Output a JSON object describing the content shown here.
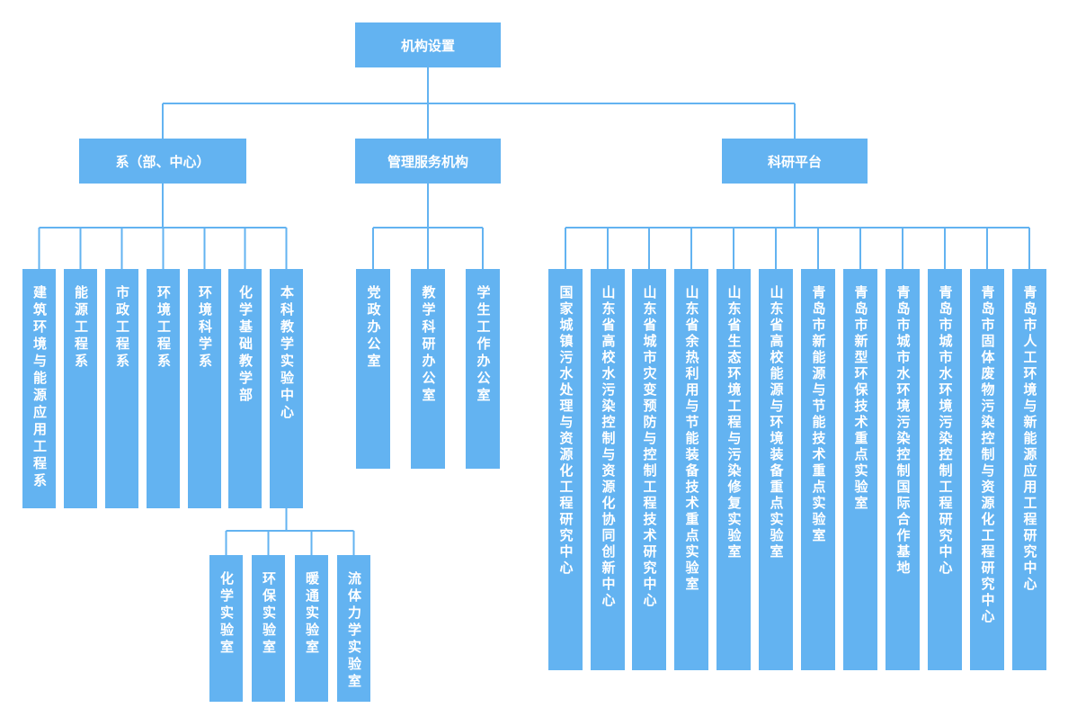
{
  "root": "机构设置",
  "branches": [
    {
      "label": "系（部、中心）",
      "children": [
        "建筑环境与能源应用工程系",
        "能源工程系",
        "市政工程系",
        "环境工程系",
        "环境科学系",
        "化学基础教学部",
        "本科教学实验中心"
      ],
      "sub_children": [
        "化学实验室",
        "环保实验室",
        "暖通实验室",
        "流体力学实验室"
      ]
    },
    {
      "label": "管理服务机构",
      "children": [
        "党政办公室",
        "教学科研办公室",
        "学生工作办公室"
      ]
    },
    {
      "label": "科研平台",
      "children": [
        "国家城镇污水处理与资源化工程研究中心",
        "山东省高校水污染控制与资源化协同创新中心",
        "山东省城市灾变预防与控制工程技术研究中心",
        "山东省余热利用与节能装备技术重点实验室",
        "山东省生态环境工程与污染修复实验室",
        "山东省高校能源与环境装备重点实验室",
        "青岛市新能源与节能技术重点实验室",
        "青岛市新型环保技术重点实验室",
        "青岛市城市水环境污染控制国际合作基地",
        "青岛市城市水环境污染控制工程研究中心",
        "青岛市固体废物污染控制与资源化工程研究中心",
        "青岛市人工环境与新能源应用工程研究中心"
      ]
    }
  ],
  "colors": {
    "box": "#63b3f1",
    "line": "#63b3f1",
    "text": "#ffffff"
  }
}
